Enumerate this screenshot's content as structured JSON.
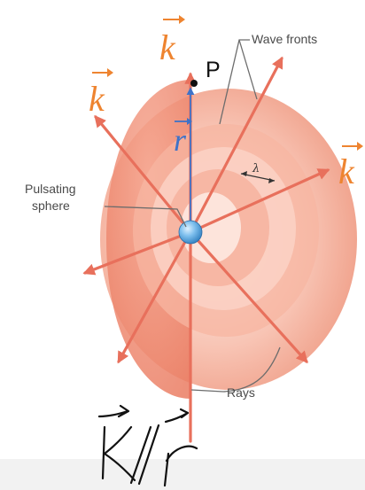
{
  "labels": {
    "wave_fronts": "Wave fronts",
    "pulsating_sphere_line1": "Pulsating",
    "pulsating_sphere_line2": "sphere",
    "rays": "Rays",
    "lambda": "λ",
    "k_vector": "k",
    "r_vector": "r",
    "point": "P"
  },
  "colors": {
    "ray": "#e8705c",
    "k_vector": "#ee8430",
    "r_vector": "#3e72c8",
    "wavefront_outer": "#f6b6a6",
    "wavefront_inner": "#fde6de",
    "source_sphere": "#5aa8e0"
  },
  "handwriting": {
    "note": "k // r"
  }
}
